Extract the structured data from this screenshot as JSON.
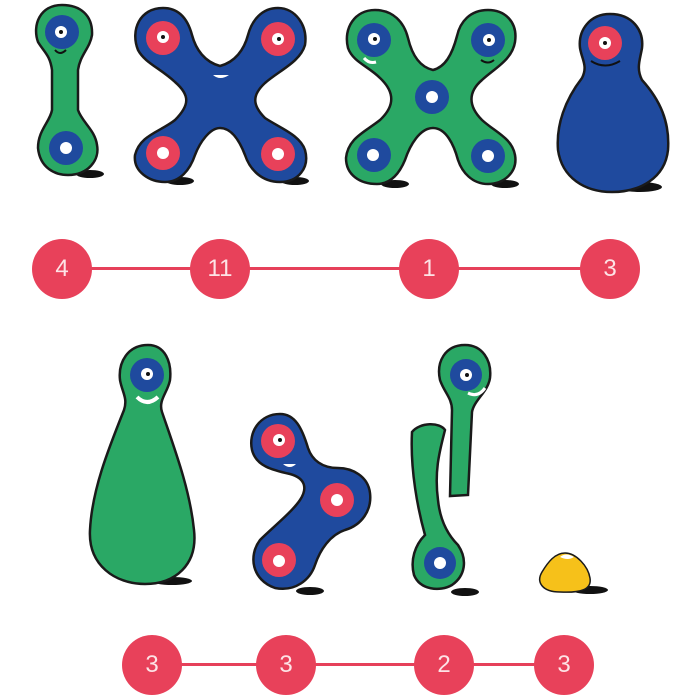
{
  "colors": {
    "green": "#2aa865",
    "blue": "#1f4a9e",
    "red": "#e8415a",
    "yellow": "#f6c11a",
    "outline": "#1a1a1a",
    "node_text": "#fde3e6"
  },
  "top_row": {
    "figures": [
      {
        "name": "green two-lobed spinner",
        "body_color": "green",
        "lobes": 2
      },
      {
        "name": "blue four-armed spinner",
        "body_color": "blue",
        "lobes": 4
      },
      {
        "name": "green five-hub spinner",
        "body_color": "green",
        "lobes": 5
      },
      {
        "name": "blue egg figure",
        "body_color": "blue",
        "lobes": 1
      }
    ],
    "nodes": [
      {
        "label": "4"
      },
      {
        "label": "11"
      },
      {
        "label": "1"
      },
      {
        "label": "3"
      }
    ]
  },
  "bottom_row": {
    "figures": [
      {
        "name": "green bowling-pin figure",
        "body_color": "green",
        "lobes": 1
      },
      {
        "name": "blue three-lobed spinner",
        "body_color": "blue",
        "lobes": 3
      },
      {
        "name": "green bent arm figure",
        "body_color": "green",
        "lobes": 2
      },
      {
        "name": "yellow blob",
        "body_color": "yellow",
        "lobes": 0
      }
    ],
    "nodes": [
      {
        "label": "3"
      },
      {
        "label": "3"
      },
      {
        "label": "2"
      },
      {
        "label": "3"
      }
    ]
  }
}
